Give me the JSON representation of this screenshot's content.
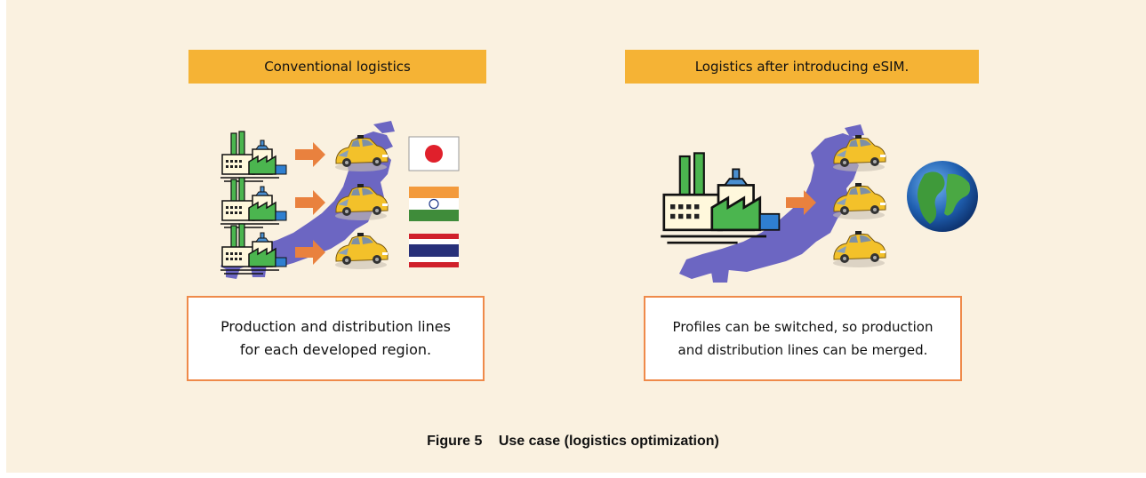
{
  "left_panel": {
    "header": "Conventional logistics",
    "description": "Production and distribution lines\nfor each developed region."
  },
  "right_panel": {
    "header": "Logistics after introducing eSIM.",
    "description": "Profiles can be switched, so production\nand distribution lines can be merged."
  },
  "caption": {
    "number": "Figure 5",
    "title": "Use case (logistics optimization)"
  },
  "icons": [
    "factory-icon",
    "arrow-icon",
    "taxi-icon",
    "japan-map",
    "flag-japan-icon",
    "flag-india-icon",
    "flag-thailand-icon",
    "globe-icon"
  ],
  "colors": {
    "background": "#faf1e0",
    "header_fill": "#f5b335",
    "box_border": "#ef8a4a",
    "arrow": "#e9813e",
    "map": "#6c66c2",
    "factory_green": "#4bb54f",
    "taxi_yellow": "#f3c12a"
  }
}
